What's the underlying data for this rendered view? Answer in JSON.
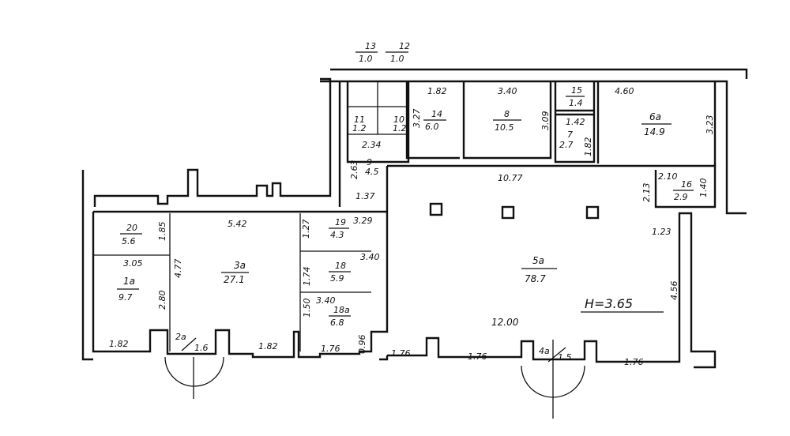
{
  "rooms": {
    "r13": {
      "num": "13",
      "area": "1.0"
    },
    "r12": {
      "num": "12",
      "area": "1.0"
    },
    "r11": {
      "num": "11",
      "area": "1.2"
    },
    "r10": {
      "num": "10",
      "area": "1.2"
    },
    "r9": {
      "num": "9",
      "area": "4.5"
    },
    "r14": {
      "num": "14",
      "area": "6.0"
    },
    "r8": {
      "num": "8",
      "area": "10.5"
    },
    "r15": {
      "num": "15",
      "area": "1.4"
    },
    "r7": {
      "num": "7",
      "area": "2.7"
    },
    "r6a": {
      "num": "6a",
      "area": "14.9"
    },
    "r16": {
      "num": "16",
      "area": "2.9"
    },
    "r5a": {
      "num": "5a",
      "area": "78.7"
    },
    "r20": {
      "num": "20",
      "area": "5.6"
    },
    "r1a": {
      "num": "1a",
      "area": "9.7"
    },
    "r3a": {
      "num": "3a",
      "area": "27.1"
    },
    "r19": {
      "num": "19",
      "area": "4.3"
    },
    "r18": {
      "num": "18",
      "area": "5.9"
    },
    "r18a": {
      "num": "18a",
      "area": "6.8"
    },
    "r2a": {
      "num": "2a",
      "area": "1.6"
    },
    "r4a": {
      "num": "4a",
      "area": "1.5"
    }
  },
  "dims": {
    "d1": "1.82",
    "d2": "3.40",
    "d3": "4.60",
    "d4": "3.27",
    "d5": "3.09",
    "d6": "1.42",
    "d7": "1.82",
    "d8": "3.23",
    "d9": "2.34",
    "d10": "2.63",
    "d11": "1.37",
    "d12": "10.77",
    "d13": "2.10",
    "d14": "1.40",
    "d15": "2.13",
    "d16": "1.23",
    "d17": "4.56",
    "d18": "12.00",
    "d19": "1.76",
    "d20": "1.76",
    "d21": "1.76",
    "d22": "1.85",
    "d23": "5.42",
    "d24": "1.27",
    "d25": "3.29",
    "d26": "3.05",
    "d27": "4.77",
    "d28": "1.74",
    "d29": "3.40",
    "d30": "2.80",
    "d31": "3.40",
    "d32": "1.50",
    "d33": "0.96",
    "d34": "1.82",
    "d35": "1.82",
    "d36": "1.76"
  },
  "ceiling_height": "H=3.65"
}
